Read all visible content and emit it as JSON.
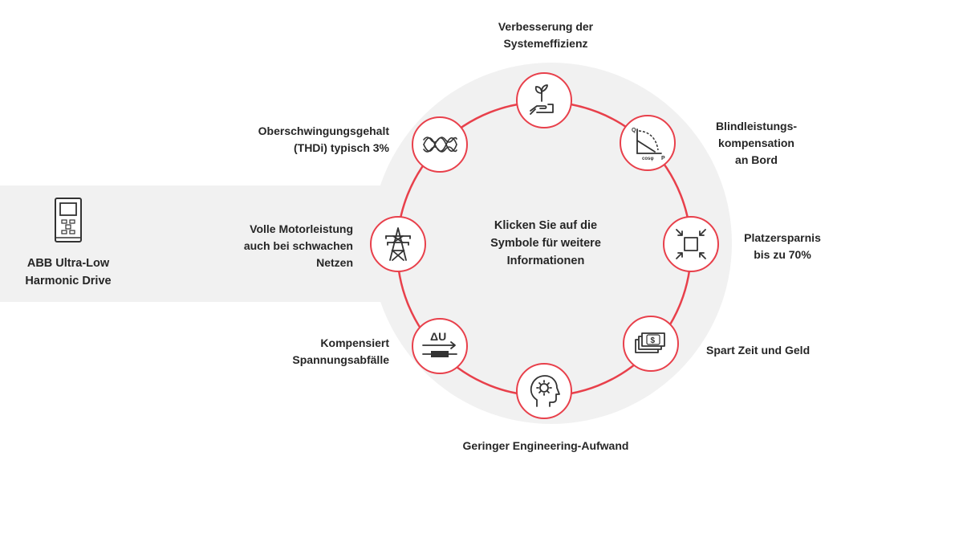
{
  "colors": {
    "accent": "#e8404b",
    "panel": "#f1f1f1",
    "text": "#262626"
  },
  "device": {
    "name": "ABB Ultra-Low\nHarmonic Drive",
    "icon": "drive-icon"
  },
  "center": {
    "text": "Klicken Sie auf die\nSymbole für weitere\nInformationen"
  },
  "nodes": [
    {
      "id": "systemeffizienz",
      "label": "Verbesserung der\nSystemeffizienz",
      "icon": "hand-plant-icon"
    },
    {
      "id": "blindleistung",
      "label": "Blindleistungs-\nkompensation\nan Bord",
      "icon": "cos-phi-curve-icon",
      "icon_text": {
        "q": "Q",
        "p": "P",
        "cos": "cosφ"
      }
    },
    {
      "id": "platzersparnis",
      "label": "Platzersparnis\nbis zu 70%",
      "icon": "compress-arrows-icon"
    },
    {
      "id": "zeit-geld",
      "label": "Spart Zeit und Geld",
      "icon": "money-stack-icon",
      "icon_text": {
        "symbol": "$"
      }
    },
    {
      "id": "engineering",
      "label": "Geringer Engineering-Aufwand",
      "icon": "head-gear-icon"
    },
    {
      "id": "spannung",
      "label": "Kompensiert\nSpannungsabfälle",
      "icon": "voltage-drop-icon",
      "icon_text": {
        "delta": "ΔU"
      }
    },
    {
      "id": "motorleistung",
      "label": "Volle Motorleistung\nauch bei schwachen\nNetzen",
      "icon": "power-tower-icon"
    },
    {
      "id": "thdi",
      "label": "Oberschwingungsgehalt\n(THDi) typisch 3%",
      "icon": "harmonic-waves-icon"
    }
  ]
}
